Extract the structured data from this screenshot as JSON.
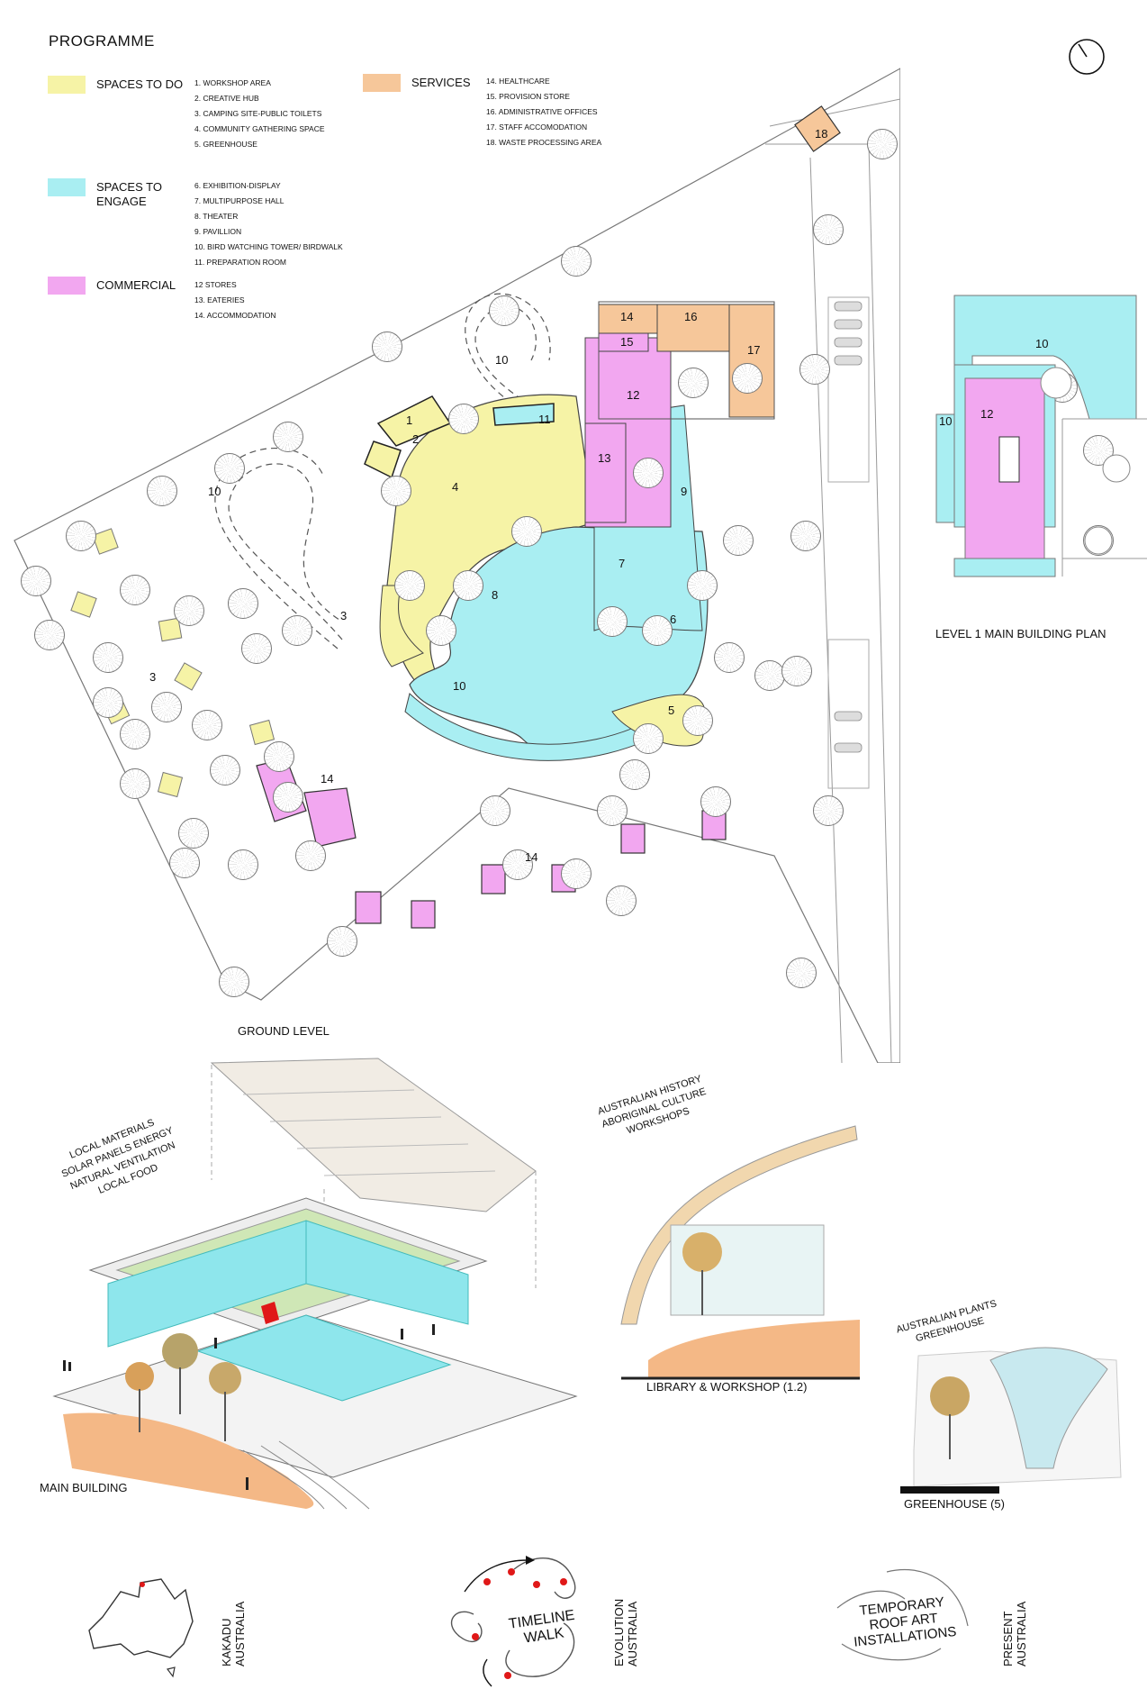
{
  "title": "PROGRAMME",
  "colors": {
    "spaces_to_do": "#f6f3a6",
    "spaces_to_engage": "#a9eef2",
    "commercial": "#f2a7f0",
    "services": "#f6c79a",
    "ground": "#f4b886",
    "glass": "#8ee6ec",
    "roof_green": "#cfe7b6"
  },
  "legend": {
    "spaces_to_do": {
      "label": "SPACES TO DO",
      "items": [
        "1. WORKSHOP AREA",
        "2. CREATIVE HUB",
        "3. CAMPING SITE-PUBLIC TOILETS",
        "4. COMMUNITY GATHERING SPACE",
        "5. GREENHOUSE"
      ]
    },
    "spaces_to_engage": {
      "label_line1": "SPACES TO",
      "label_line2": "ENGAGE",
      "items": [
        "6. EXHIBITION-DISPLAY",
        "7. MULTIPURPOSE HALL",
        "8. THEATER",
        "9. PAVILLION",
        "10. BIRD WATCHING TOWER/ BIRDWALK",
        "11. PREPARATION ROOM"
      ]
    },
    "commercial": {
      "label": "COMMERCIAL",
      "items": [
        "12  STORES",
        "13. EATERIES",
        "14. ACCOMMODATION"
      ]
    },
    "services": {
      "label": "SERVICES",
      "items": [
        "14. HEALTHCARE",
        "15. PROVISION STORE",
        "16. ADMINISTRATIVE OFFICES",
        "17. STAFF ACCOMODATION",
        "18. WASTE PROCESSING AREA"
      ]
    }
  },
  "plan_labels": {
    "n1": "1",
    "n2": "2",
    "n3": "3",
    "n4": "4",
    "n5": "5",
    "n6": "6",
    "n7": "7",
    "n8": "8",
    "n9": "9",
    "n10": "10",
    "n11": "11",
    "n12": "12",
    "n13": "13",
    "n14": "14",
    "n15": "15",
    "n16": "16",
    "n17": "17",
    "n18": "18"
  },
  "drawing_titles": {
    "ground_level": "GROUND LEVEL",
    "level1": "LEVEL 1 MAIN BUILDING PLAN",
    "main_building": "MAIN BUILDING",
    "library": "LIBRARY & WORKSHOP (1.2)",
    "greenhouse": "GREENHOUSE (5)"
  },
  "annotations": {
    "main_building": [
      "LOCAL MATERIALS",
      "SOLAR PANELS ENERGY",
      "NATURAL VENTILATION",
      "LOCAL FOOD"
    ],
    "library": [
      "AUSTRALIAN HISTORY",
      "ABORIGINAL CULTURE",
      "WORKSHOPS"
    ],
    "greenhouse": [
      "AUSTRALIAN  PLANTS",
      "GREENHOUSE"
    ]
  },
  "bottom": {
    "kakadu": [
      "KAKADU",
      "AUSTRALIA"
    ],
    "timeline": [
      "TIMELINE",
      "WALK"
    ],
    "evolution": [
      "EVOLUTION",
      "AUSTRALIA"
    ],
    "temporary": [
      "TEMPORARY",
      "ROOF ART",
      "INSTALLATIONS"
    ],
    "present": [
      "PRESENT",
      "AUSTRALIA"
    ]
  }
}
